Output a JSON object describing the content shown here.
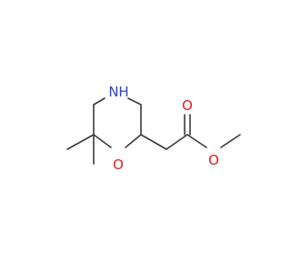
{
  "molecule": {
    "atoms": {
      "N": {
        "label": "N",
        "sub": "H"
      },
      "O_ring": {
        "label": "O"
      },
      "O_carbonyl": {
        "label": "O"
      },
      "O_ester": {
        "label": "O"
      }
    },
    "colors": {
      "bond": "#3a3a3a",
      "nitrogen": "#2f3fd0",
      "oxygen": "#e0201b"
    }
  }
}
